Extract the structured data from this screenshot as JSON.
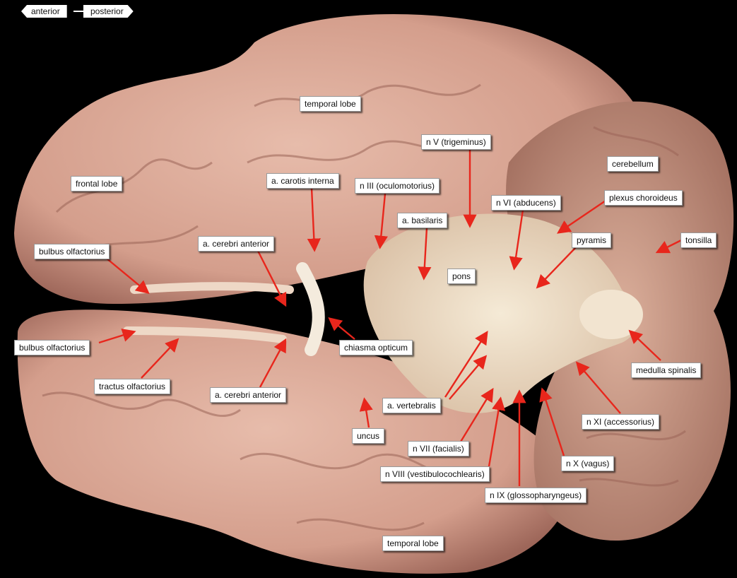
{
  "orientation": {
    "anterior": "anterior",
    "posterior": "posterior"
  },
  "labels": {
    "temporal_lobe_top": "temporal lobe",
    "n_v": "n V (trigeminus)",
    "frontal_lobe": "frontal lobe",
    "a_carotis_interna": "a. carotis interna",
    "n_iii": "n III (oculomotorius)",
    "cerebellum": "cerebellum",
    "plexus_choroideus": "plexus choroideus",
    "n_vi": "n VI (abducens)",
    "a_basilaris": "a. basilaris",
    "pyramis": "pyramis",
    "tonsilla": "tonsilla",
    "bulbus_olfactorius_top": "bulbus olfactorius",
    "a_cerebri_anterior_top": "a. cerebri anterior",
    "pons": "pons",
    "bulbus_olfactorius_bottom": "bulbus olfactorius",
    "chiasma_opticum": "chiasma opticum",
    "medulla_spinalis": "medulla spinalis",
    "tractus_olfactorius": "tractus olfactorius",
    "a_cerebri_anterior_bottom": "a. cerebri anterior",
    "a_vertebralis": "a. vertebralis",
    "n_xi": "n XI (accessorius)",
    "uncus": "uncus",
    "n_vii": "n VII (facialis)",
    "n_x": "n X (vagus)",
    "n_viii": "n VIII (vestibulocochlearis)",
    "n_ix": "n IX (glossopharyngeus)",
    "temporal_lobe_bottom": "temporal lobe"
  },
  "colors": {
    "background": "#000000",
    "brain_tissue": "#d9a796",
    "brain_shadow": "#a86f63",
    "brainstem": "#eeddc6",
    "arrow": "#e8261c"
  }
}
